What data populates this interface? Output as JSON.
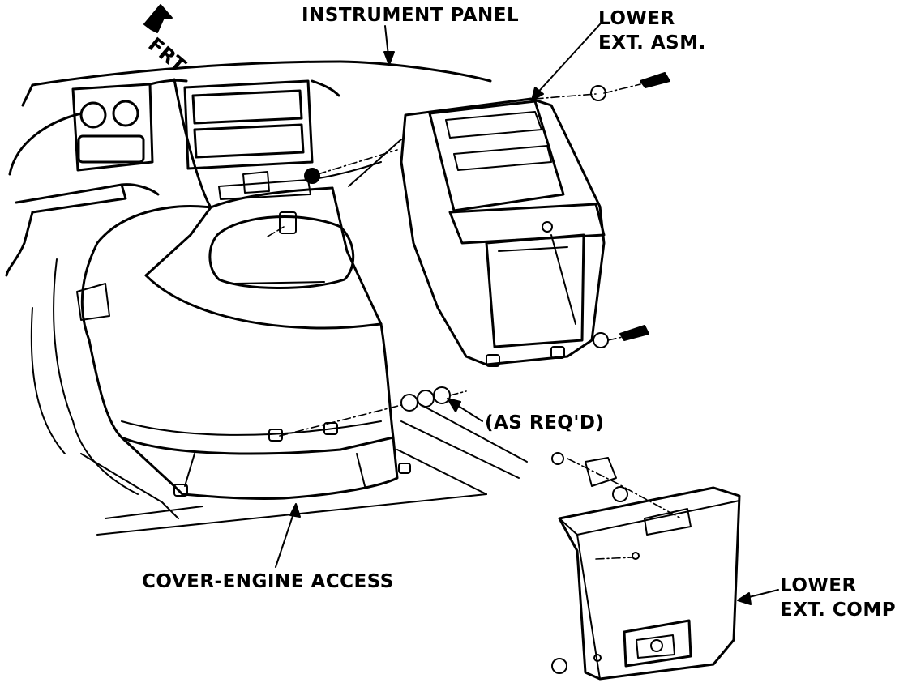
{
  "labels": {
    "instrument_panel": "INSTRUMENT PANEL",
    "lower_ext_asm_line1": "LOWER",
    "lower_ext_asm_line2": "EXT. ASM.",
    "as_reqd": "(AS REQ'D)",
    "cover_engine_access": "COVER-ENGINE ACCESS",
    "lower_ext_comp_line1": "LOWER",
    "lower_ext_comp_line2": "EXT. COMP",
    "frt": "FRT"
  },
  "icons": {
    "front_direction": "arrow-icon"
  },
  "colors": {
    "ink": "#000000",
    "paper": "#ffffff"
  }
}
